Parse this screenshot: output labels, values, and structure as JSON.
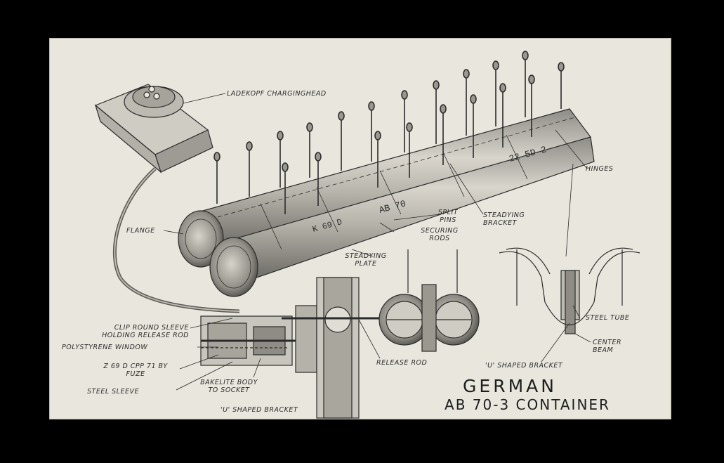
{
  "title": {
    "line1": "GERMAN",
    "line2": "AB 70-3 CONTAINER"
  },
  "labels": {
    "ladekopf": "LADEKOPF CHARGINGHEAD",
    "hinges": "HINGES",
    "flange": "FLANGE",
    "split_pins": [
      "SPLIT",
      "PINS"
    ],
    "securing_rods": [
      "SECURING",
      "RODS"
    ],
    "steadying_bracket": [
      "STEADYING",
      "BRACKET"
    ],
    "steadying_plate": [
      "STEADYING",
      "PLATE"
    ],
    "clip_round_sleeve": [
      "CLIP ROUND SLEEVE",
      "HOLDING RELEASE ROD"
    ],
    "polystyrene_window": "POLYSTYRENE WINDOW",
    "fuze": [
      "Z 69 D cpp 71 BY",
      "FUZE"
    ],
    "steel_sleeve": "STEEL SLEEVE",
    "bakelite_body": [
      "BAKELITE BODY",
      "TO SOCKET"
    ],
    "u_bracket_bottom": "'U' SHAPED BRACKET",
    "release_rod": "RELEASE ROD",
    "u_bracket_right": "'U' SHAPED BRACKET",
    "steel_tube": "STEEL TUBE",
    "center_beam": [
      "CENTER",
      "BEAM"
    ]
  },
  "markings": {
    "container_code": "22 5D 2",
    "container_code2": "AB 70",
    "container_code3": "K 69 D"
  },
  "colors": {
    "paper": "#e9e6dd",
    "ink": "#2b2b2b",
    "frame": "#000000"
  }
}
